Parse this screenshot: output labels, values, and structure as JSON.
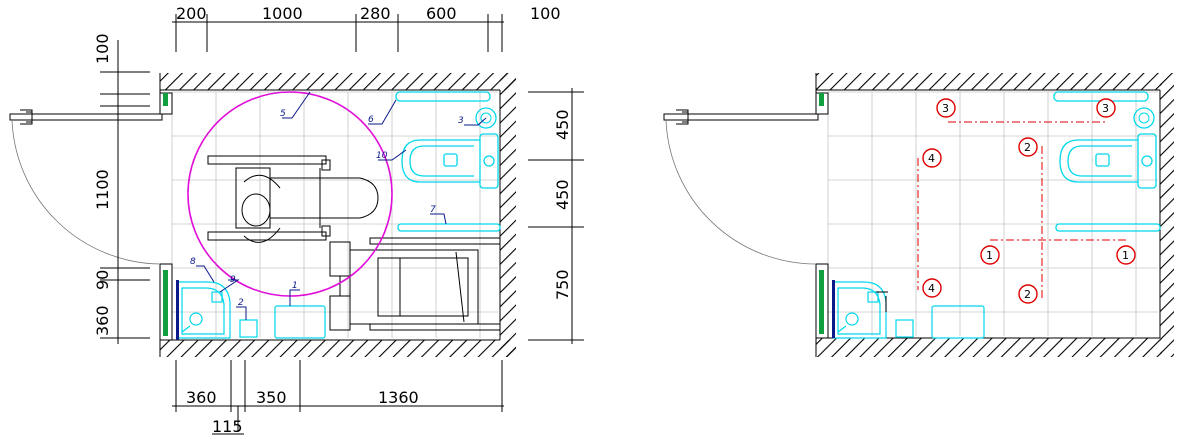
{
  "dimensions": {
    "top": [
      "200",
      "1000",
      "280",
      "600",
      "100"
    ],
    "left": [
      "100",
      "1100",
      "90",
      "360"
    ],
    "right": [
      "450",
      "450",
      "750"
    ],
    "bottom": [
      "360",
      "350",
      "1360"
    ],
    "bottom_extra": "115"
  },
  "item_tags": [
    "1",
    "2",
    "3",
    "5",
    "6",
    "7",
    "8",
    "9",
    "10"
  ],
  "route_markers": [
    "1",
    "1",
    "2",
    "2",
    "3",
    "3",
    "4",
    "4"
  ],
  "colors": {
    "wall": "#000000",
    "fixture": "#00d8ec",
    "tile_grid": "#c6c6c6",
    "turning_circle": "#e010d8",
    "route": "#e00000",
    "tag_leader": "#0a1a8a",
    "door_frame": "#10a040"
  }
}
